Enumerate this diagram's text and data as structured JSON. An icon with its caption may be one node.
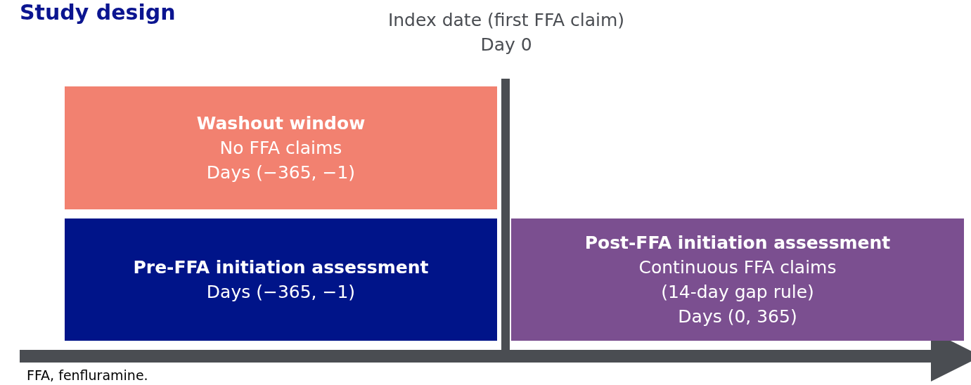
{
  "diagram": {
    "title": "Study design",
    "nodes": [
      {
        "text": [
          "Washout window",
          "No FFA claims",
          "Days (−365, −1)"
        ]
      },
      {
        "text": [
          "Pre-FFA initiation assessment",
          "Days (−365, −1)"
        ]
      },
      {
        "text": [
          "Post-FFA initiation assessment",
          "Continuous FFA claims",
          "(14-day gap rule)",
          "Days (0, 365)"
        ]
      }
    ],
    "labels": [
      "Index date (first FFA claim)",
      "Day 0",
      "FFA, fenfluramine."
    ]
  }
}
